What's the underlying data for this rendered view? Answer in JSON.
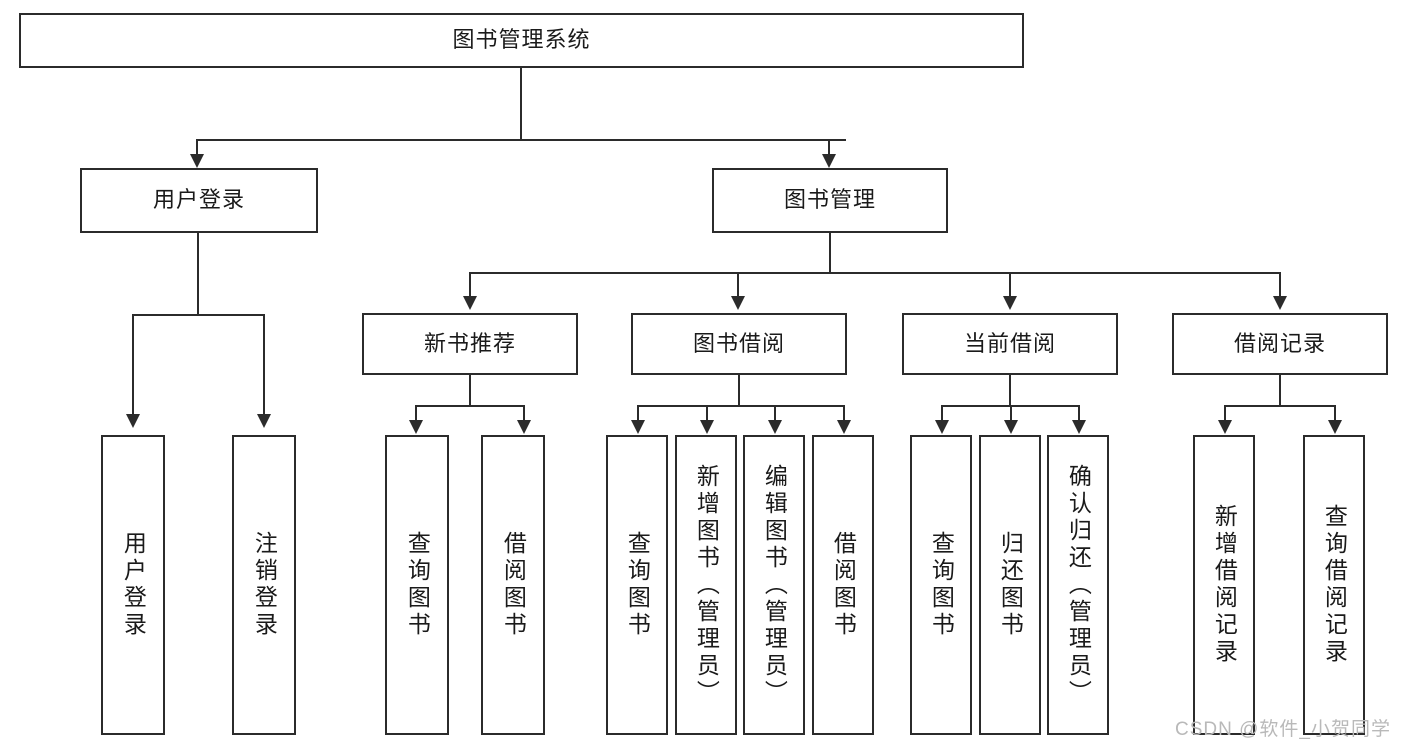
{
  "diagram": {
    "title": "图书管理系统",
    "type": "tree",
    "root": {
      "id": "root",
      "label": "图书管理系统"
    },
    "level2": [
      {
        "id": "user-login",
        "label": "用户登录"
      },
      {
        "id": "book-manage",
        "label": "图书管理"
      }
    ],
    "level3": [
      {
        "id": "new-book-rec",
        "label": "新书推荐",
        "parent": "book-manage"
      },
      {
        "id": "book-borrow",
        "label": "图书借阅",
        "parent": "book-manage"
      },
      {
        "id": "current-borrow",
        "label": "当前借阅",
        "parent": "book-manage"
      },
      {
        "id": "borrow-record",
        "label": "借阅记录",
        "parent": "book-manage"
      }
    ],
    "leaves": {
      "user_login": [
        {
          "id": "leaf-user-login",
          "label": "用户登录"
        },
        {
          "id": "leaf-logout",
          "label": "注销登录"
        }
      ],
      "new_book_rec": [
        {
          "id": "leaf-query-book-1",
          "label": "查询图书"
        },
        {
          "id": "leaf-borrow-book-1",
          "label": "借阅图书"
        }
      ],
      "book_borrow": [
        {
          "id": "leaf-query-book-2",
          "label": "查询图书"
        },
        {
          "id": "leaf-add-book",
          "label": "新增图书（管理员）"
        },
        {
          "id": "leaf-edit-book",
          "label": "编辑图书（管理员）"
        },
        {
          "id": "leaf-borrow-book-2",
          "label": "借阅图书"
        }
      ],
      "current_borrow": [
        {
          "id": "leaf-query-book-3",
          "label": "查询图书"
        },
        {
          "id": "leaf-return-book",
          "label": "归还图书"
        },
        {
          "id": "leaf-confirm-return",
          "label": "确认归还（管理员）"
        }
      ],
      "borrow_record": [
        {
          "id": "leaf-add-record",
          "label": "新增借阅记录"
        },
        {
          "id": "leaf-query-record",
          "label": "查询借阅记录"
        }
      ]
    }
  },
  "watermark": {
    "text": "CSDN @软件_小贺同学"
  },
  "colors": {
    "stroke": "#2b2b2b",
    "fill": "#ffffff",
    "text": "#1a1a1a",
    "watermark": "#b9b9b9"
  }
}
